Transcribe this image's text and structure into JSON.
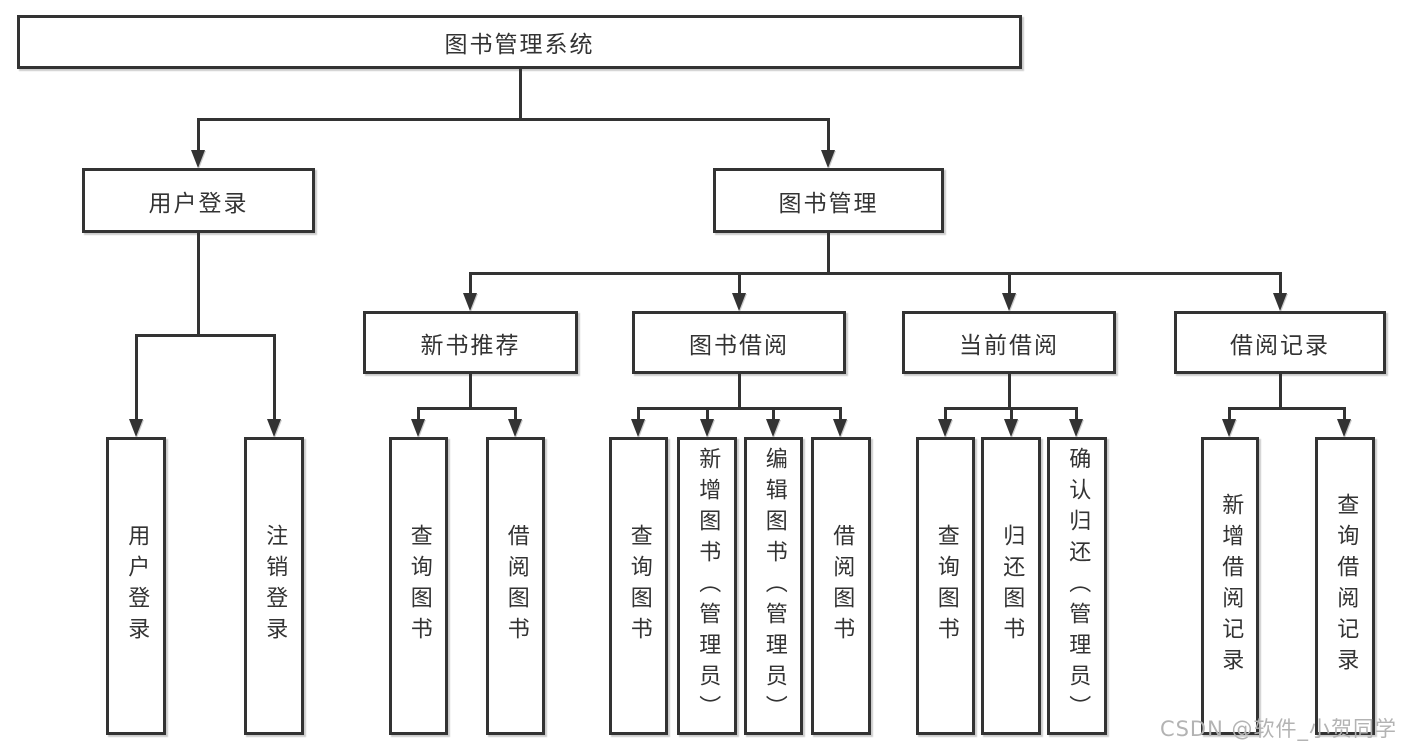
{
  "title": "图书管理系统",
  "watermark": {
    "text": "CSDN @软件_小贺同学",
    "color": "#b3b3b3"
  },
  "colors": {
    "line": "#333333",
    "text": "#333333",
    "box_background": "#ffffff",
    "page_background": "#ffffff"
  },
  "tree": {
    "root": {
      "label": "图书管理系统"
    },
    "branches": [
      {
        "label": "用户登录",
        "children": [
          {
            "label": "用户登录"
          },
          {
            "label": "注销登录"
          }
        ]
      },
      {
        "label": "图书管理",
        "children": [
          {
            "label": "新书推荐",
            "children": [
              {
                "label": "查询图书"
              },
              {
                "label": "借阅图书"
              }
            ]
          },
          {
            "label": "图书借阅",
            "children": [
              {
                "label": "查询图书"
              },
              {
                "label": "新增图书（管理员）"
              },
              {
                "label": "编辑图书（管理员）"
              },
              {
                "label": "借阅图书"
              }
            ]
          },
          {
            "label": "当前借阅",
            "children": [
              {
                "label": "查询图书"
              },
              {
                "label": "归还图书"
              },
              {
                "label": "确认归还（管理员）"
              }
            ]
          },
          {
            "label": "借阅记录",
            "children": [
              {
                "label": "新增借阅记录"
              },
              {
                "label": "查询借阅记录"
              }
            ]
          }
        ]
      }
    ]
  }
}
